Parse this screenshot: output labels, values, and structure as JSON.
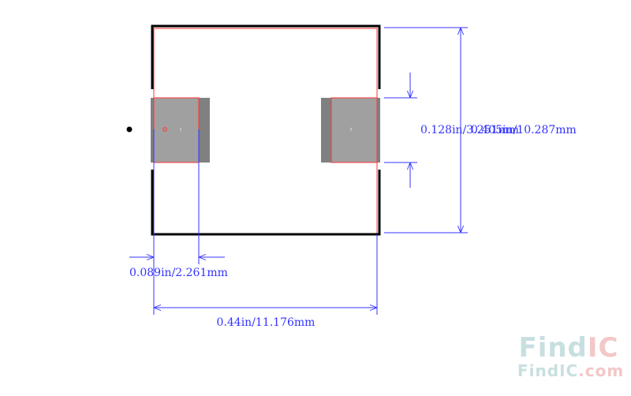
{
  "colors": {
    "dimension": "#3333ff",
    "outline": "#000000",
    "courtyard": "#ff3333",
    "pad_top": "#a0a0a0",
    "pad_bottom": "#808080",
    "logo_find": "#c8dfe0",
    "logo_ic": "#f2c8c8"
  },
  "dimensions": {
    "pad_width": "0.089in/2.261mm",
    "overall_width": "0.44in/11.176mm",
    "pad_height": "0.128in/3.251mm",
    "overall_height": "0.405in/10.287mm"
  },
  "pads": {
    "left_label": "1",
    "right_label": "2"
  },
  "logo": {
    "find": "Find",
    "ic": "IC",
    "url_find": "FindIC",
    "url_com": ".com"
  }
}
